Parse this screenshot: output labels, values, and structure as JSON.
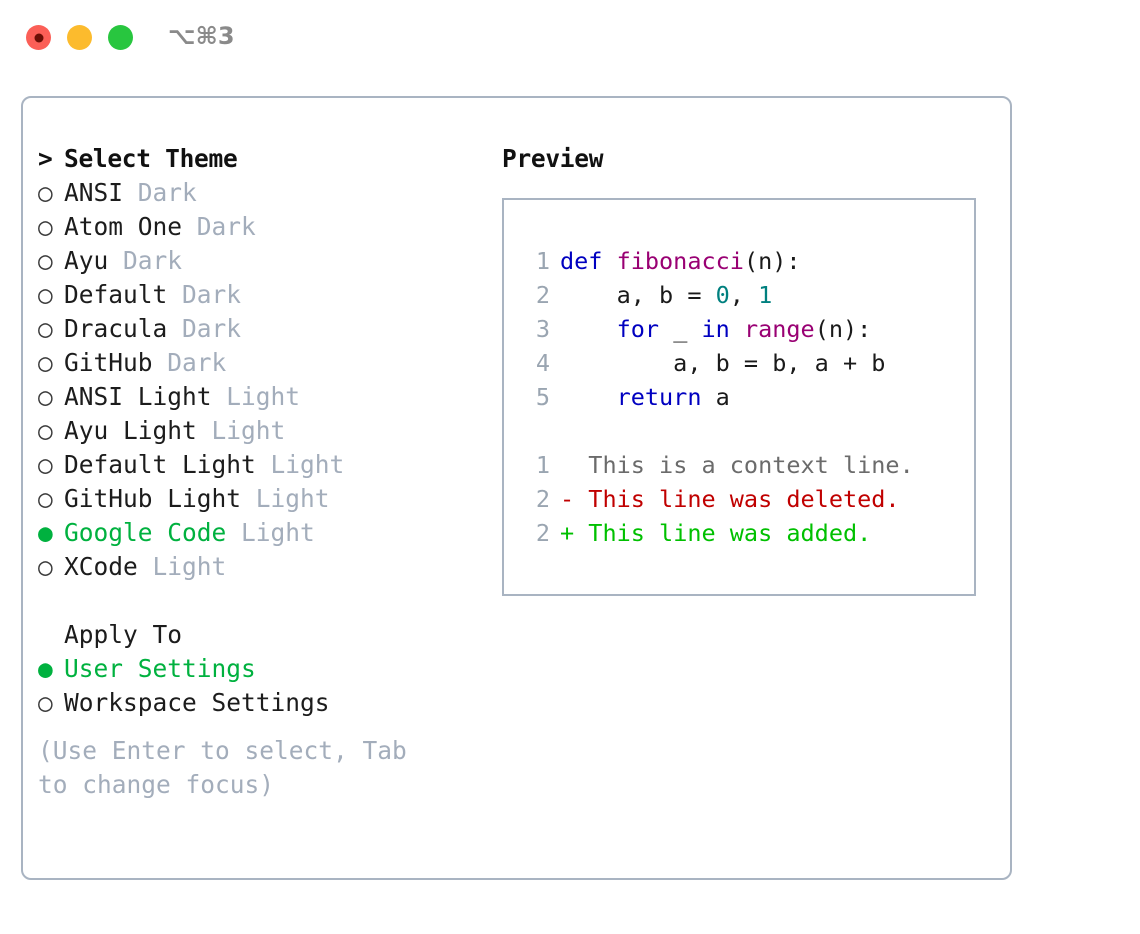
{
  "window": {
    "traffic_lights": [
      "close",
      "minimize",
      "maximize"
    ],
    "shortcut": "⌥⌘3",
    "colors": {
      "close": "#fb5f57",
      "minimize": "#fcbb2d",
      "maximize": "#28c63f",
      "border": "#a9b4c2",
      "accent_green": "#00b13f",
      "muted": "#a3adbb"
    }
  },
  "left": {
    "header_marker": ">",
    "header": "Select Theme",
    "themes": [
      {
        "marker": "○",
        "name": "ANSI",
        "kind": "Dark",
        "selected": false
      },
      {
        "marker": "○",
        "name": "Atom One",
        "kind": "Dark",
        "selected": false
      },
      {
        "marker": "○",
        "name": "Ayu",
        "kind": "Dark",
        "selected": false
      },
      {
        "marker": "○",
        "name": "Default",
        "kind": "Dark",
        "selected": false
      },
      {
        "marker": "○",
        "name": "Dracula",
        "kind": "Dark",
        "selected": false
      },
      {
        "marker": "○",
        "name": "GitHub",
        "kind": "Dark",
        "selected": false
      },
      {
        "marker": "○",
        "name": "ANSI Light",
        "kind": "Light",
        "selected": false
      },
      {
        "marker": "○",
        "name": "Ayu Light",
        "kind": "Light",
        "selected": false
      },
      {
        "marker": "○",
        "name": "Default Light",
        "kind": "Light",
        "selected": false
      },
      {
        "marker": "○",
        "name": "GitHub Light",
        "kind": "Light",
        "selected": false
      },
      {
        "marker": "●",
        "name": "Google Code",
        "kind": "Light",
        "selected": true
      },
      {
        "marker": "○",
        "name": "XCode",
        "kind": "Light",
        "selected": false
      }
    ],
    "apply_to_label": "Apply To",
    "apply_to": [
      {
        "marker": "●",
        "label": "User Settings",
        "selected": true
      },
      {
        "marker": "○",
        "label": "Workspace Settings",
        "selected": false
      }
    ],
    "hint": "(Use Enter to select, Tab to change focus)"
  },
  "right": {
    "preview_title": "Preview",
    "code_lines": [
      {
        "n": "1",
        "tokens": [
          {
            "t": "def ",
            "c": "kw"
          },
          {
            "t": "fibonacci",
            "c": "fn"
          },
          {
            "t": "(n):",
            "c": "plain"
          }
        ]
      },
      {
        "n": "2",
        "tokens": [
          {
            "t": "    a, b = ",
            "c": "plain"
          },
          {
            "t": "0",
            "c": "num"
          },
          {
            "t": ", ",
            "c": "plain"
          },
          {
            "t": "1",
            "c": "num"
          }
        ]
      },
      {
        "n": "3",
        "tokens": [
          {
            "t": "    ",
            "c": "plain"
          },
          {
            "t": "for",
            "c": "kw"
          },
          {
            "t": " _ ",
            "c": "plain"
          },
          {
            "t": "in",
            "c": "kw"
          },
          {
            "t": " ",
            "c": "plain"
          },
          {
            "t": "range",
            "c": "fn"
          },
          {
            "t": "(n):",
            "c": "plain"
          }
        ]
      },
      {
        "n": "4",
        "tokens": [
          {
            "t": "        a, b = b, a + b",
            "c": "plain"
          }
        ]
      },
      {
        "n": "5",
        "tokens": [
          {
            "t": "    ",
            "c": "plain"
          },
          {
            "t": "return",
            "c": "kw"
          },
          {
            "t": " a",
            "c": "plain"
          }
        ]
      }
    ],
    "diff_lines": [
      {
        "n": "1",
        "sign": " ",
        "text": " This is a context line.",
        "kind": "ctx"
      },
      {
        "n": "2",
        "sign": "-",
        "text": " This line was deleted.",
        "kind": "del"
      },
      {
        "n": "2",
        "sign": "+",
        "text": " This line was added.",
        "kind": "add"
      }
    ]
  }
}
